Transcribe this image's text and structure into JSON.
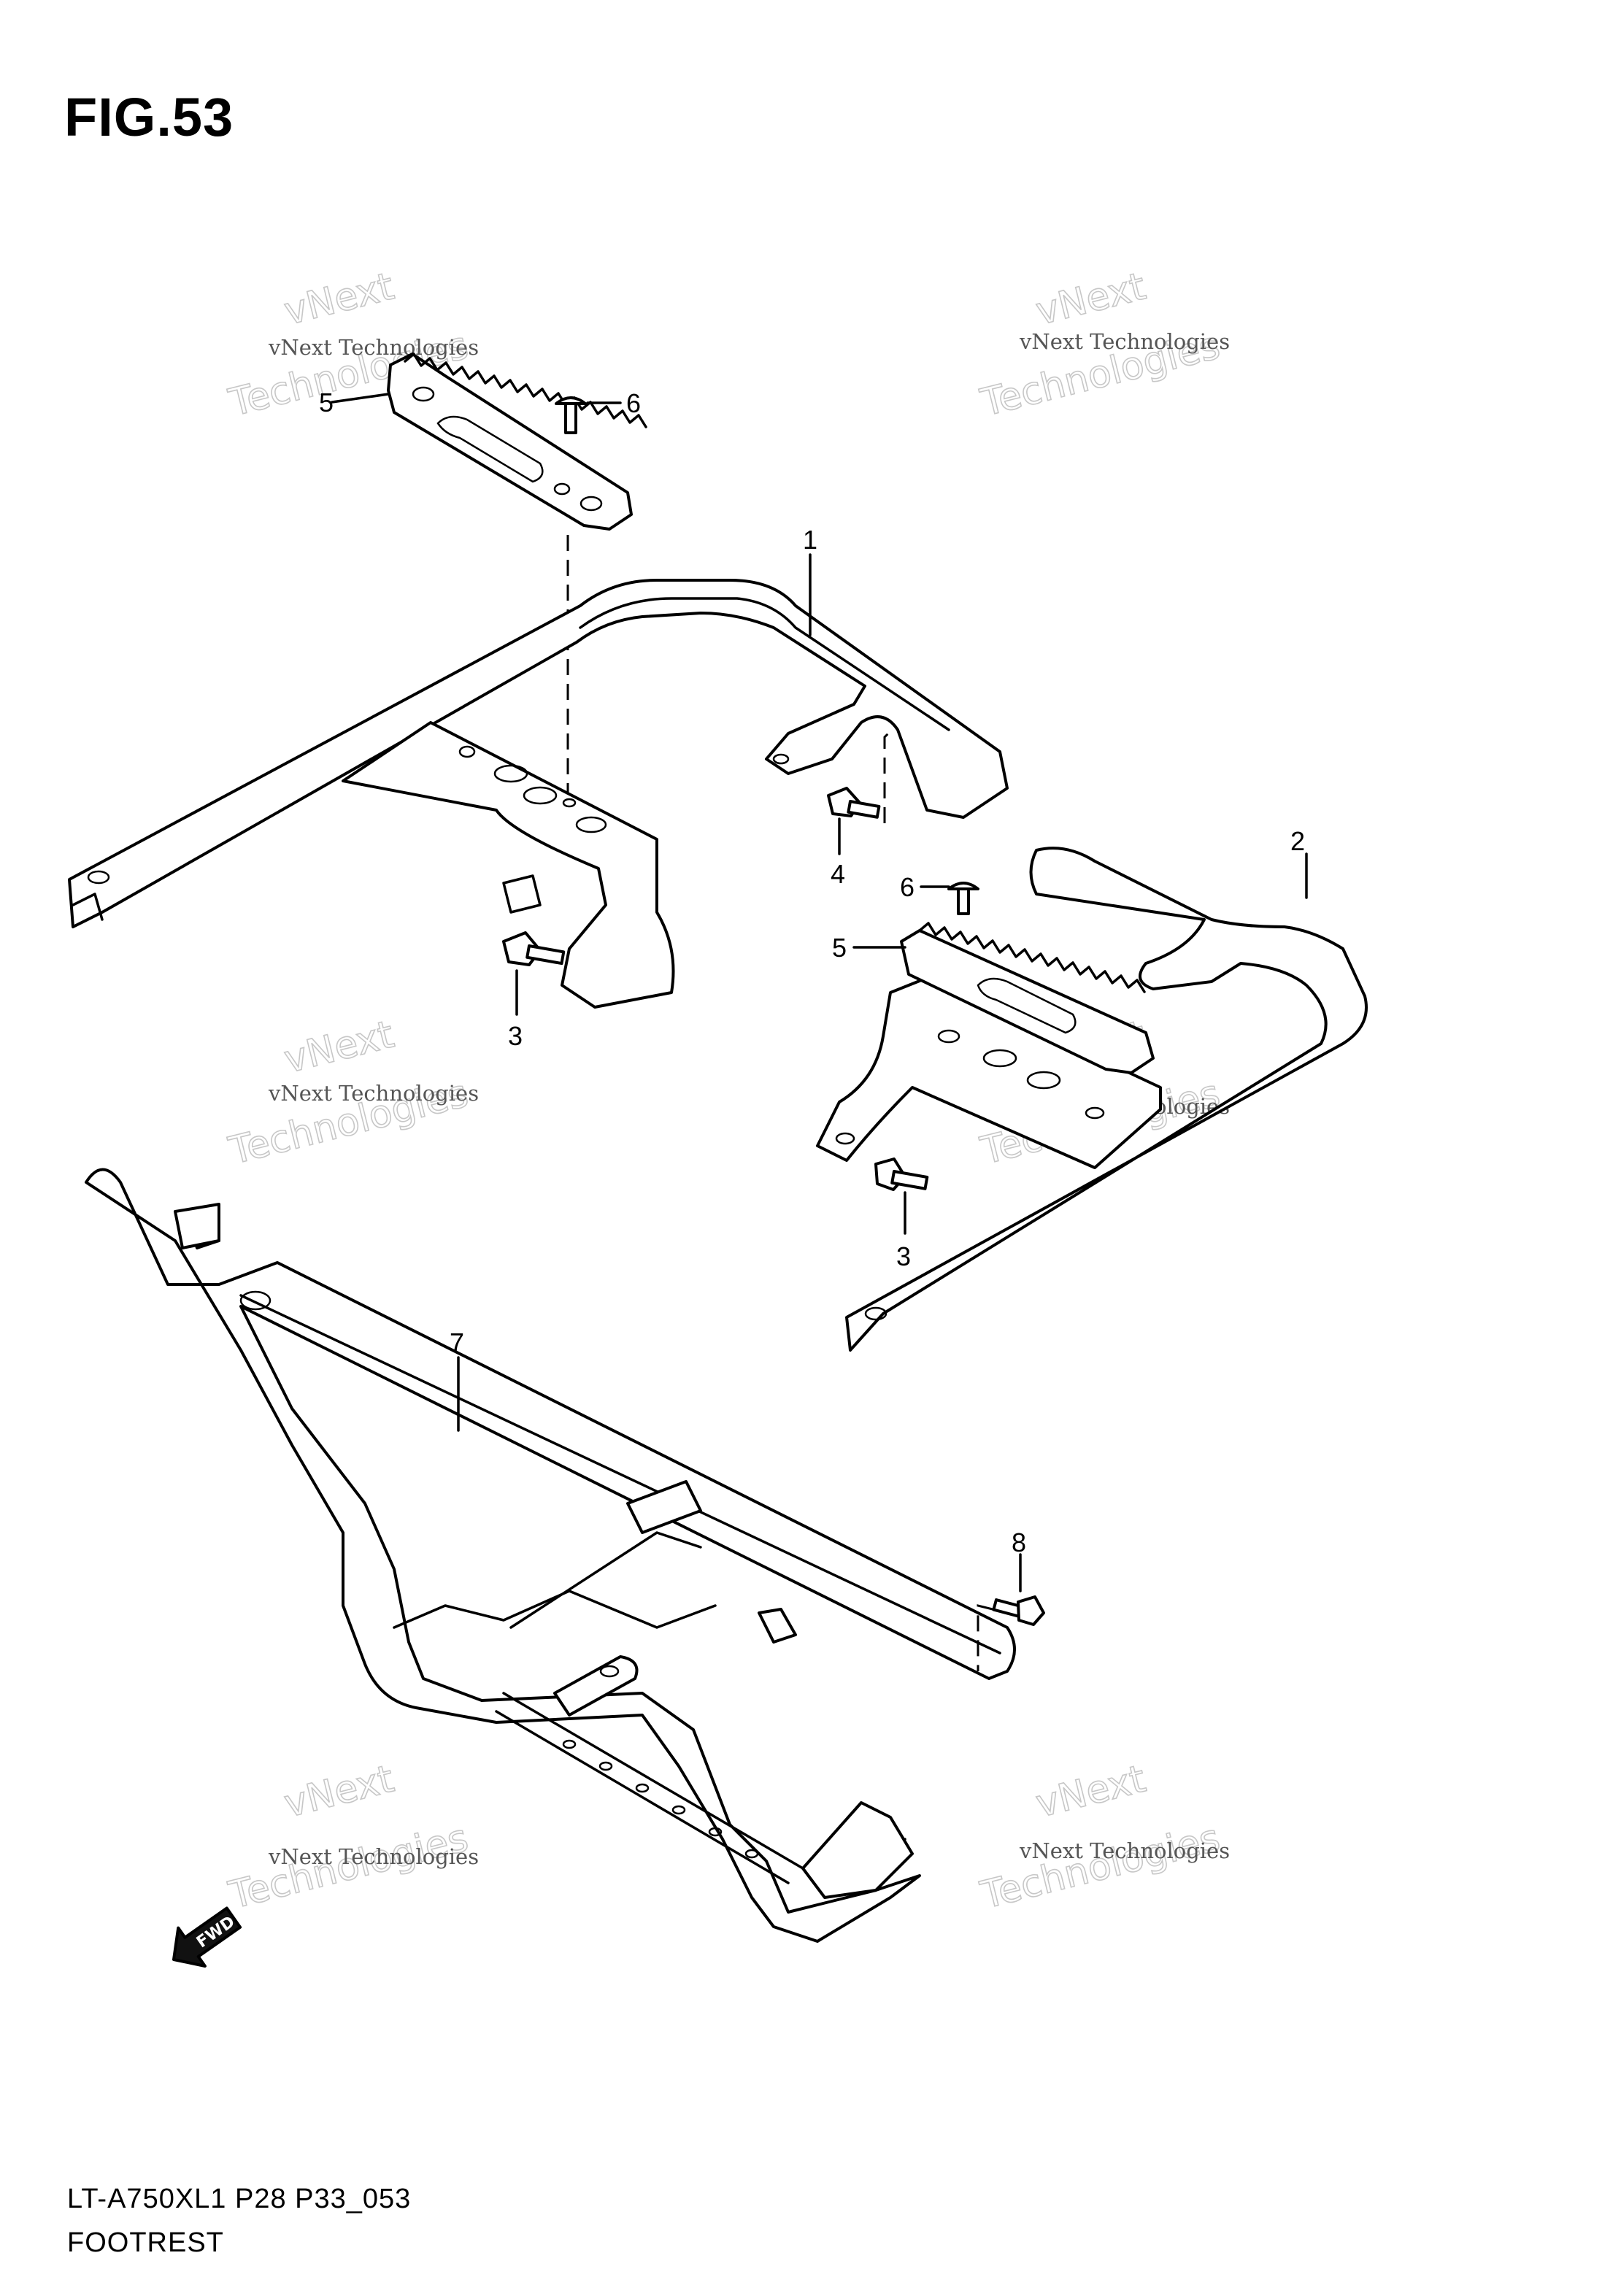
{
  "figure": {
    "title": "FIG.53",
    "model_code": "LT-A750XL1  P28  P33_053",
    "section_name": "FOOTREST"
  },
  "callouts": [
    "1",
    "2",
    "3",
    "3",
    "4",
    "5",
    "5",
    "6",
    "6",
    "7",
    "8"
  ],
  "watermark": {
    "company": "vNext Technologies",
    "line1": "vNext",
    "line2": "Technologies"
  },
  "fwd_label": "FWD"
}
